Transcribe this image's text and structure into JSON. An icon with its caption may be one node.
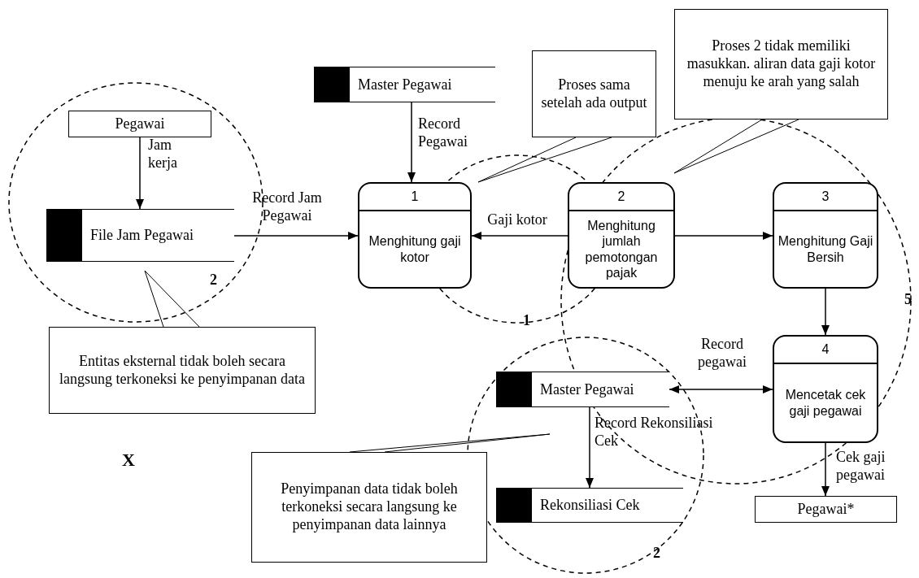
{
  "diagram": {
    "nodes": [
      {
        "text": [
          "Proses 2 tidak memiliki masukkan. aliran data gaji kotor menuju ke arah yang salah"
        ]
      },
      {
        "text": [
          "Master Pegawai"
        ]
      },
      {
        "text": [
          "Proses sama setelah ada output"
        ]
      },
      {
        "text": [
          "Pegawai"
        ]
      },
      {
        "text": [
          "File Jam Pegawai"
        ]
      },
      {
        "text": [
          "1",
          "Menghitung gaji kotor"
        ]
      },
      {
        "text": [
          "2",
          "Menghitung jumlah pemotongan pajak"
        ]
      },
      {
        "text": [
          "3",
          "Menghitung Gaji Bersih"
        ]
      },
      {
        "text": [
          "Entitas eksternal tidak boleh secara langsung terkoneksi ke penyimpanan data"
        ]
      },
      {
        "text": [
          "Master Pegawai"
        ]
      },
      {
        "text": [
          "4",
          "Mencetak cek gaji pegawai"
        ]
      },
      {
        "text": [
          "Penyimpanan data tidak boleh terkoneksi secara langsung ke penyimpanan data lainnya"
        ]
      },
      {
        "text": [
          "Rekonsiliasi Cek"
        ]
      },
      {
        "text": [
          "Pegawai*"
        ]
      }
    ],
    "edges": [
      {
        "from": 3,
        "to": 4,
        "arrow": "to",
        "label": "Jam kerja"
      },
      {
        "from": 1,
        "to": 5,
        "arrow": "to",
        "label": "Record Pegawai"
      },
      {
        "from": 4,
        "to": 5,
        "arrow": "to",
        "label": "Record Jam Pegawai"
      },
      {
        "from": 6,
        "to": 5,
        "arrow": "to",
        "label": "Gaji kotor"
      },
      {
        "from": 6,
        "to": 7,
        "arrow": "to"
      },
      {
        "from": 7,
        "to": 10,
        "arrow": "to"
      },
      {
        "from": 9,
        "to": 10,
        "arrow": "both",
        "label": "Record pegawai"
      },
      {
        "from": 9,
        "to": 12,
        "arrow": "to",
        "label": "Record Rekonsiliasi Cek"
      },
      {
        "from": 10,
        "to": 13,
        "arrow": "to",
        "label": "Cek gaji pegawai"
      },
      {
        "from": 2,
        "to": null,
        "arrow": "none"
      },
      {
        "from": 0,
        "to": null,
        "arrow": "none"
      },
      {
        "from": 8,
        "to": null,
        "arrow": "none"
      },
      {
        "from": 11,
        "to": null,
        "arrow": "none"
      }
    ],
    "labels": [
      "2",
      "5",
      "1",
      "X",
      "2"
    ]
  }
}
